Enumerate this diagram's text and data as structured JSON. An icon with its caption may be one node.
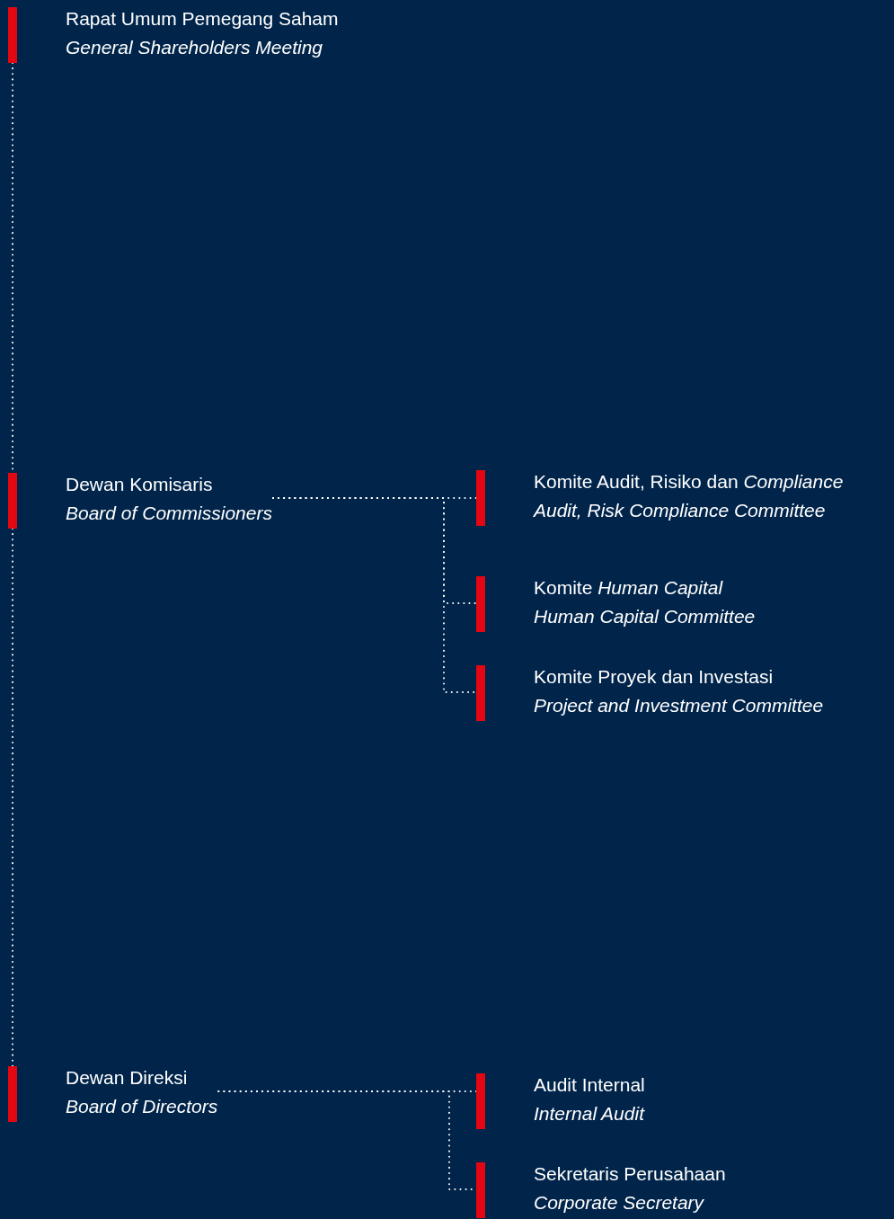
{
  "diagram": {
    "nodes": [
      {
        "text": [
          "Rapat Umum Pemegang Saham",
          "General Shareholders Meeting"
        ]
      },
      {
        "text": [
          "Dewan Komisaris",
          "Board of Commissioners"
        ]
      },
      {
        "text": [
          "Komite Audit, Risiko dan *Compliance*",
          "Audit, Risk Compliance Committee"
        ]
      },
      {
        "text": [
          "Komite *Human Capital*",
          "Human Capital Committee"
        ]
      },
      {
        "text": [
          "Komite Proyek dan Investasi",
          "Project and Investment Committee"
        ]
      },
      {
        "text": [
          "Dewan Direksi",
          "Board of Directors"
        ]
      },
      {
        "text": [
          "Audit Internal",
          "Internal Audit"
        ]
      },
      {
        "text": [
          "Sekretaris Perusahaan",
          "Corporate Secretary"
        ]
      }
    ],
    "edges": [
      {
        "from": 0,
        "to": 1,
        "arrow": "none"
      },
      {
        "from": 1,
        "to": 5,
        "arrow": "none"
      },
      {
        "from": 1,
        "to": 2,
        "arrow": "none"
      },
      {
        "from": 1,
        "to": 3,
        "arrow": "none"
      },
      {
        "from": 1,
        "to": 4,
        "arrow": "none"
      },
      {
        "from": 5,
        "to": 6,
        "arrow": "none"
      },
      {
        "from": 5,
        "to": 7,
        "arrow": "none"
      }
    ]
  }
}
